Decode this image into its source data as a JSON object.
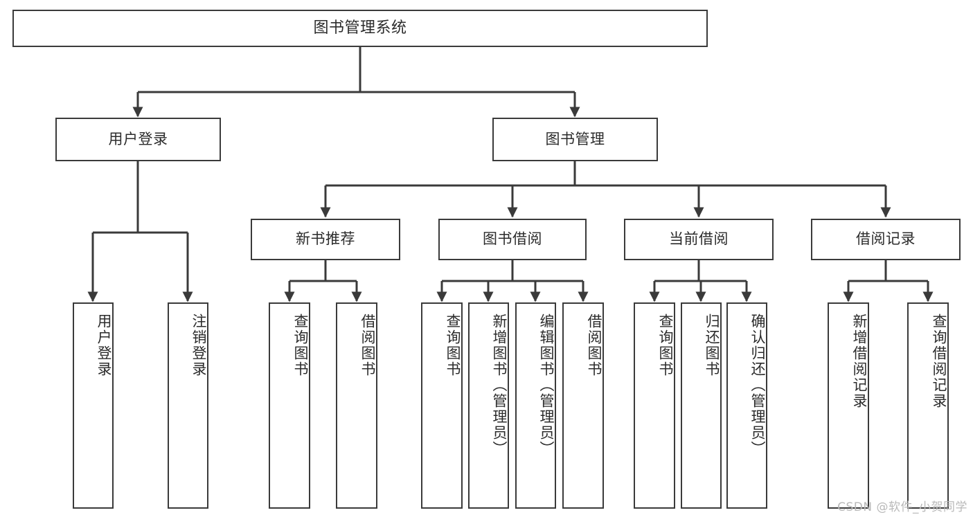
{
  "diagram": {
    "title": "图书管理系统",
    "watermark": "CSDN @软件_小贺同学",
    "line_color": "#3a3a3a",
    "text_color": "#2b2b2b",
    "background": "#ffffff",
    "root": {
      "label": "图书管理系统"
    },
    "level2": [
      {
        "label": "用户登录"
      },
      {
        "label": "图书管理"
      }
    ],
    "level3": [
      {
        "label": "新书推荐"
      },
      {
        "label": "图书借阅"
      },
      {
        "label": "当前借阅"
      },
      {
        "label": "借阅记录"
      }
    ],
    "leaves": {
      "user_login": [
        {
          "label": "用户登录"
        },
        {
          "label": "注销登录"
        }
      ],
      "new_book_recommend": [
        {
          "label": "查询图书"
        },
        {
          "label": "借阅图书"
        }
      ],
      "book_borrow": [
        {
          "label": "查询图书"
        },
        {
          "label": "新增图书（管理员）"
        },
        {
          "label": "编辑图书（管理员）"
        },
        {
          "label": "借阅图书"
        }
      ],
      "current_borrow": [
        {
          "label": "查询图书"
        },
        {
          "label": "归还图书"
        },
        {
          "label": "确认归还（管理员）"
        }
      ],
      "borrow_record": [
        {
          "label": "新增借阅记录"
        },
        {
          "label": "查询借阅记录"
        }
      ]
    }
  }
}
